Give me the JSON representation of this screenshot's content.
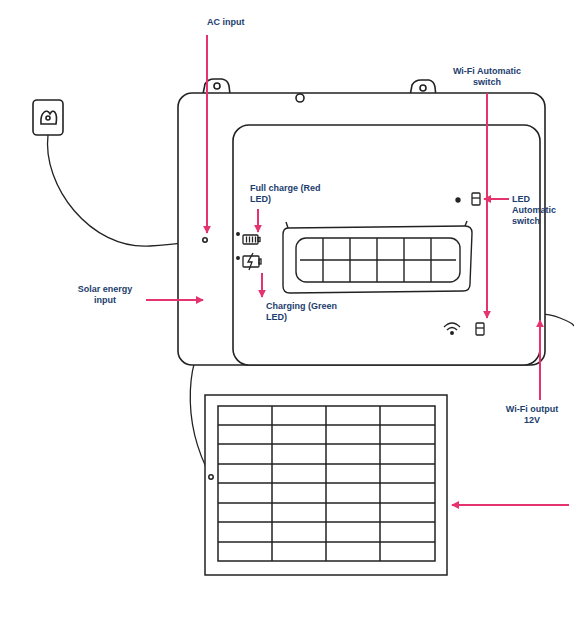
{
  "diagram": {
    "labels": [
      "AC input",
      "Wi-Fi Automatic switch",
      "Full charge (Red LED)",
      "LED Automatic switch",
      "Solar energy input",
      "Charging (Green LED)",
      "Wi-Fi output 12V"
    ]
  }
}
